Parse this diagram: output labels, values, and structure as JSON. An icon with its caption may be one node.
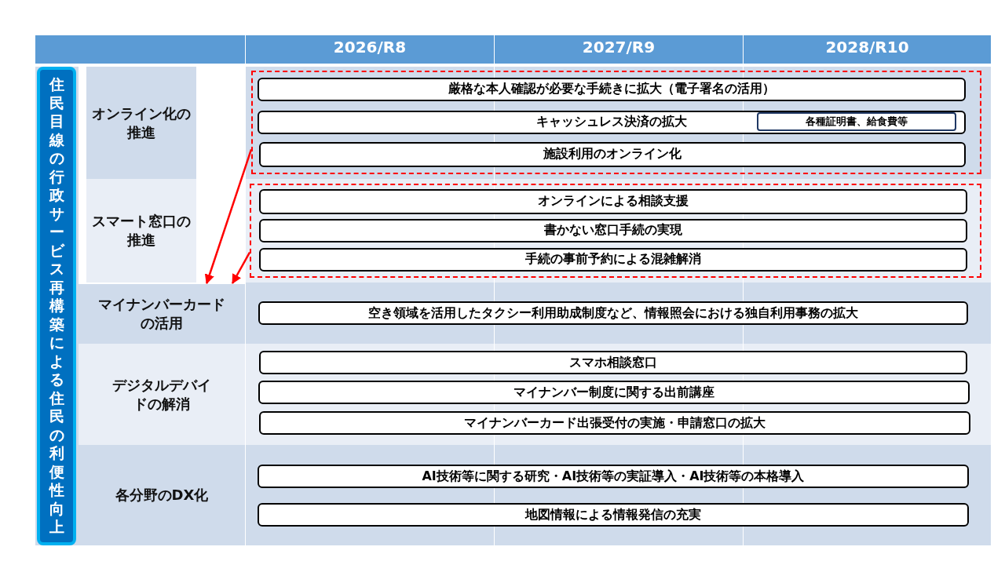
{
  "diagram": {
    "nodes": [
      {
        "text": [
          "住民目線の行政サービス再構築による住民の利便性向上"
        ]
      },
      {
        "text": [
          "オンライン化の推進"
        ]
      },
      {
        "text": [],
        "shape": "box"
      },
      {
        "text": [
          "厳格な本人確認が必要な手続きに拡大（電子署名の活用）"
        ],
        "in": 2
      },
      {
        "text": [
          "キャッシュレス決済の拡大"
        ],
        "in": 2
      },
      {
        "text": [
          "各種証明書、給食費等"
        ],
        "in": 4
      },
      {
        "text": [
          "施設利用のオンライン化"
        ],
        "in": 2
      },
      {
        "text": [
          "スマート窓口の推進"
        ]
      },
      {
        "text": [],
        "shape": "box"
      },
      {
        "text": [
          "オンラインによる相談支援"
        ],
        "in": 8
      },
      {
        "text": [
          "書かない窓口手続の実現"
        ],
        "in": 8
      },
      {
        "text": [
          "手続の事前予約による混雑解消"
        ],
        "in": 8
      },
      {
        "text": [
          "マイナンバーカードの活用"
        ]
      },
      {
        "text": [
          "空き領域を活用したタクシー利用助成制度など、情報照会における独自利用事務の拡大"
        ]
      },
      {
        "text": [
          "デジタルデバイドの解消"
        ]
      },
      {
        "text": [
          "スマホ相談窓口"
        ]
      },
      {
        "text": [
          "マイナンバー制度に関する出前講座"
        ]
      },
      {
        "text": [
          "マイナンバーカード出張受付の実施・申請窓口の拡大"
        ]
      },
      {
        "text": [
          "各分野のDX化"
        ]
      },
      {
        "text": [
          "AI技術等に関する研究・AI技術等の実証導入・AI技術等の本格導入"
        ]
      },
      {
        "text": [
          "地図情報による情報発信の充実"
        ]
      }
    ],
    "edges": [
      {
        "from": 2,
        "to": 12,
        "arrow": "to"
      },
      {
        "from": 8,
        "to": 12,
        "arrow": "to"
      }
    ],
    "labels": [
      "2026/R8",
      "2027/R9",
      "2028/R10"
    ]
  }
}
